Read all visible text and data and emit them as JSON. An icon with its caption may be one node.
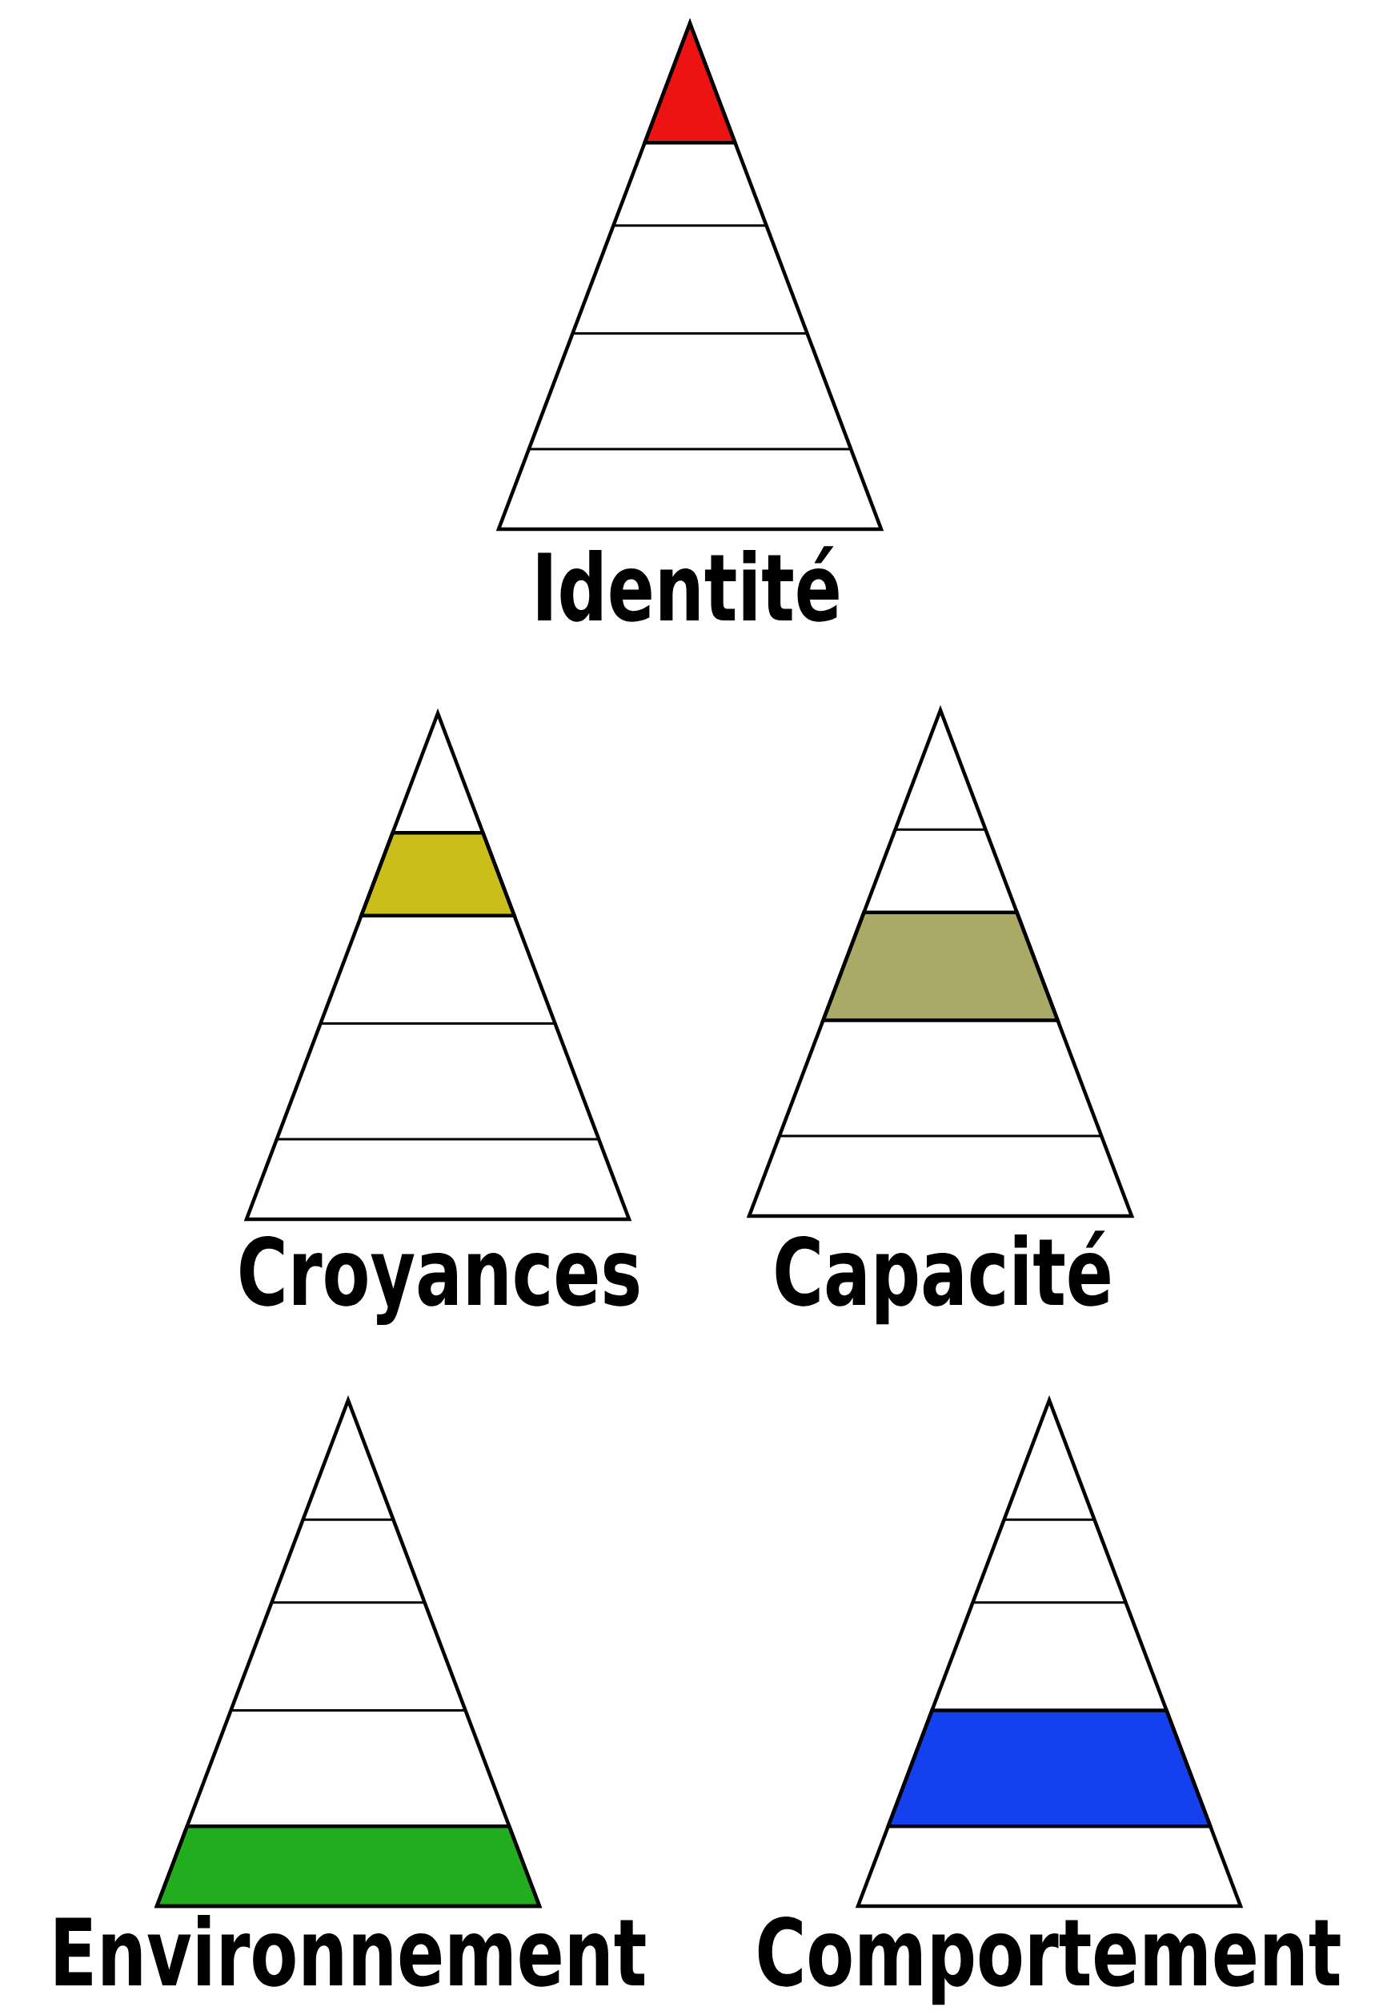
{
  "diagram": {
    "nodes": [
      {
        "text": [
          "Identité"
        ]
      },
      {
        "text": [
          "Croyances"
        ]
      },
      {
        "text": [
          "Capacité"
        ]
      },
      {
        "text": [
          "Environnement"
        ]
      },
      {
        "text": [
          "Comportement"
        ]
      }
    ]
  }
}
